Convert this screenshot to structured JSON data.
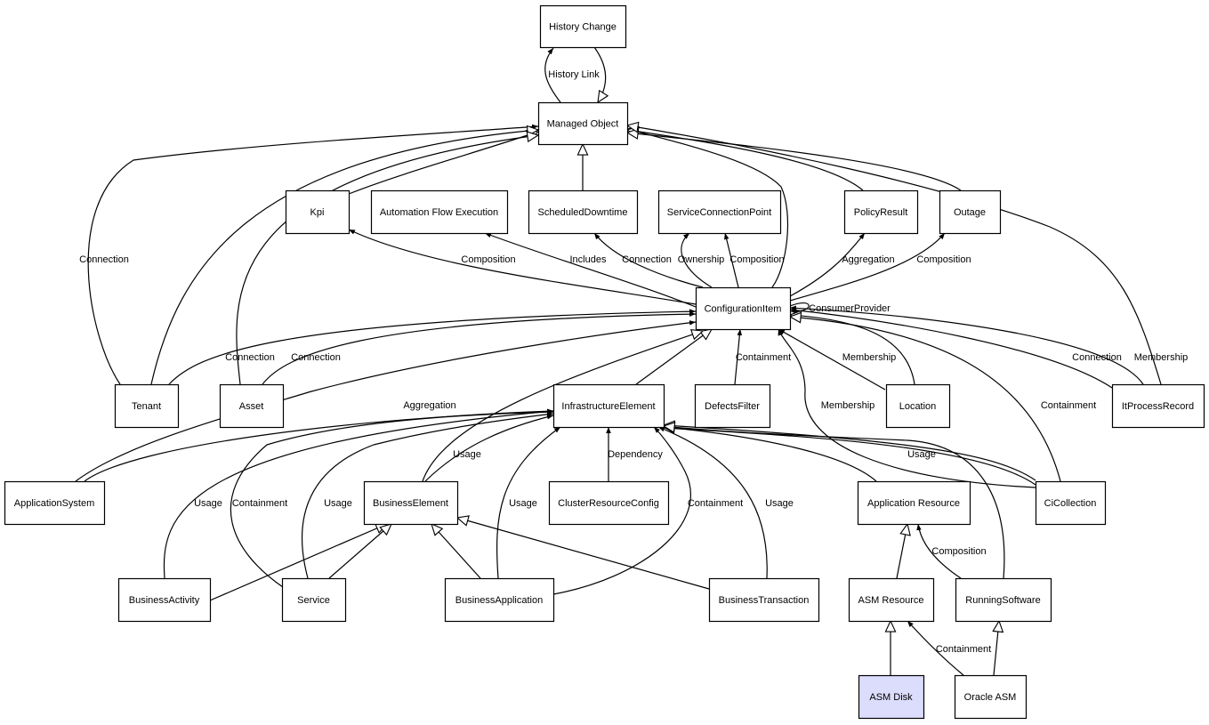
{
  "colors": {
    "highlight_fill": "#dcdcfc",
    "node_fill": "#ffffff",
    "stroke": "#000000"
  },
  "nodes": [
    {
      "id": "history_change",
      "label": "History Change"
    },
    {
      "id": "managed_object",
      "label": "Managed Object"
    },
    {
      "id": "kpi",
      "label": "Kpi"
    },
    {
      "id": "automation_flow_execution",
      "label": "Automation Flow Execution"
    },
    {
      "id": "scheduled_downtime",
      "label": "ScheduledDowntime"
    },
    {
      "id": "service_connection_point",
      "label": "ServiceConnectionPoint"
    },
    {
      "id": "policy_result",
      "label": "PolicyResult"
    },
    {
      "id": "outage",
      "label": "Outage"
    },
    {
      "id": "configuration_item",
      "label": "ConfigurationItem"
    },
    {
      "id": "tenant",
      "label": "Tenant"
    },
    {
      "id": "asset",
      "label": "Asset"
    },
    {
      "id": "infrastructure_element",
      "label": "InfrastructureElement"
    },
    {
      "id": "defects_filter",
      "label": "DefectsFilter"
    },
    {
      "id": "location",
      "label": "Location"
    },
    {
      "id": "it_process_record",
      "label": "ItProcessRecord"
    },
    {
      "id": "application_system",
      "label": "ApplicationSystem"
    },
    {
      "id": "business_element",
      "label": "BusinessElement"
    },
    {
      "id": "cluster_resource_config",
      "label": "ClusterResourceConfig"
    },
    {
      "id": "application_resource",
      "label": "Application Resource"
    },
    {
      "id": "ci_collection",
      "label": "CiCollection"
    },
    {
      "id": "business_activity",
      "label": "BusinessActivity"
    },
    {
      "id": "service",
      "label": "Service"
    },
    {
      "id": "business_application",
      "label": "BusinessApplication"
    },
    {
      "id": "business_transaction",
      "label": "BusinessTransaction"
    },
    {
      "id": "asm_resource",
      "label": "ASM Resource"
    },
    {
      "id": "running_software",
      "label": "RunningSoftware"
    },
    {
      "id": "asm_disk",
      "label": "ASM Disk",
      "highlighted": true
    },
    {
      "id": "oracle_asm",
      "label": "Oracle ASM"
    }
  ],
  "edges": [
    {
      "from": "managed_object",
      "to": "history_change",
      "label": "History Link",
      "kind": "association"
    },
    {
      "from": "history_change",
      "to": "managed_object",
      "label": "",
      "kind": "generalization"
    },
    {
      "from": "scheduled_downtime",
      "to": "managed_object",
      "label": "",
      "kind": "generalization"
    },
    {
      "from": "kpi",
      "to": "managed_object",
      "label": "",
      "kind": "generalization"
    },
    {
      "from": "tenant",
      "to": "managed_object",
      "label": "Connection",
      "kind": "association"
    },
    {
      "from": "tenant",
      "to": "managed_object",
      "label": "",
      "kind": "generalization"
    },
    {
      "from": "asset",
      "to": "managed_object",
      "label": "",
      "kind": "generalization"
    },
    {
      "from": "configuration_item",
      "to": "managed_object",
      "label": "",
      "kind": "generalization"
    },
    {
      "from": "policy_result",
      "to": "managed_object",
      "label": "",
      "kind": "generalization"
    },
    {
      "from": "outage",
      "to": "managed_object",
      "label": "",
      "kind": "generalization"
    },
    {
      "from": "it_process_record",
      "to": "managed_object",
      "label": "",
      "kind": "generalization"
    },
    {
      "from": "configuration_item",
      "to": "kpi",
      "label": "Composition",
      "kind": "association"
    },
    {
      "from": "configuration_item",
      "to": "automation_flow_execution",
      "label": "Includes",
      "kind": "association"
    },
    {
      "from": "configuration_item",
      "to": "scheduled_downtime",
      "label": "Connection",
      "kind": "association"
    },
    {
      "from": "configuration_item",
      "to": "service_connection_point",
      "label": "Ownership",
      "kind": "association"
    },
    {
      "from": "configuration_item",
      "to": "service_connection_point",
      "label": "Composition",
      "kind": "association"
    },
    {
      "from": "configuration_item",
      "to": "policy_result",
      "label": "Aggregation",
      "kind": "association"
    },
    {
      "from": "configuration_item",
      "to": "outage",
      "label": "Composition",
      "kind": "association"
    },
    {
      "from": "configuration_item",
      "to": "configuration_item",
      "label": "ConsumerProvider",
      "kind": "association"
    },
    {
      "from": "tenant",
      "to": "configuration_item",
      "label": "Connection",
      "kind": "association"
    },
    {
      "from": "asset",
      "to": "configuration_item",
      "label": "Connection",
      "kind": "association"
    },
    {
      "from": "application_system",
      "to": "configuration_item",
      "label": "",
      "kind": "association"
    },
    {
      "from": "application_system",
      "to": "infrastructure_element",
      "label": "Aggregation",
      "kind": "association"
    },
    {
      "from": "infrastructure_element",
      "to": "configuration_item",
      "label": "",
      "kind": "generalization"
    },
    {
      "from": "defects_filter",
      "to": "configuration_item",
      "label": "Containment",
      "kind": "association"
    },
    {
      "from": "location",
      "to": "configuration_item",
      "label": "Membership",
      "kind": "association"
    },
    {
      "from": "location",
      "to": "configuration_item",
      "label": "",
      "kind": "generalization"
    },
    {
      "from": "ci_collection",
      "to": "configuration_item",
      "label": "Membership",
      "kind": "association"
    },
    {
      "from": "ci_collection",
      "to": "configuration_item",
      "label": "Containment",
      "kind": "generalization"
    },
    {
      "from": "it_process_record",
      "to": "configuration_item",
      "label": "Connection",
      "kind": "association"
    },
    {
      "from": "it_process_record",
      "to": "configuration_item",
      "label": "Membership",
      "kind": "association"
    },
    {
      "from": "business_element",
      "to": "configuration_item",
      "label": "",
      "kind": "generalization"
    },
    {
      "from": "business_element",
      "to": "infrastructure_element",
      "label": "Usage",
      "kind": "association"
    },
    {
      "from": "cluster_resource_config",
      "to": "infrastructure_element",
      "label": "Dependency",
      "kind": "association"
    },
    {
      "from": "business_activity",
      "to": "infrastructure_element",
      "label": "Usage",
      "kind": "association"
    },
    {
      "from": "service",
      "to": "infrastructure_element",
      "label": "Containment",
      "kind": "association"
    },
    {
      "from": "service",
      "to": "infrastructure_element",
      "label": "Usage",
      "kind": "association"
    },
    {
      "from": "business_application",
      "to": "infrastructure_element",
      "label": "Usage",
      "kind": "association"
    },
    {
      "from": "business_application",
      "to": "infrastructure_element",
      "label": "Containment",
      "kind": "association"
    },
    {
      "from": "business_transaction",
      "to": "infrastructure_element",
      "label": "Usage",
      "kind": "association"
    },
    {
      "from": "application_resource",
      "to": "infrastructure_element",
      "label": "",
      "kind": "generalization"
    },
    {
      "from": "ci_collection",
      "to": "infrastructure_element",
      "label": "Usage",
      "kind": "association"
    },
    {
      "from": "ci_collection",
      "to": "infrastructure_element",
      "label": "",
      "kind": "generalization"
    },
    {
      "from": "running_software",
      "to": "infrastructure_element",
      "label": "",
      "kind": "generalization"
    },
    {
      "from": "business_activity",
      "to": "business_element",
      "label": "",
      "kind": "generalization"
    },
    {
      "from": "service",
      "to": "business_element",
      "label": "",
      "kind": "generalization"
    },
    {
      "from": "business_application",
      "to": "business_element",
      "label": "",
      "kind": "generalization"
    },
    {
      "from": "business_transaction",
      "to": "business_element",
      "label": "",
      "kind": "generalization"
    },
    {
      "from": "asm_resource",
      "to": "application_resource",
      "label": "",
      "kind": "generalization"
    },
    {
      "from": "running_software",
      "to": "application_resource",
      "label": "Composition",
      "kind": "association"
    },
    {
      "from": "asm_disk",
      "to": "asm_resource",
      "label": "",
      "kind": "generalization"
    },
    {
      "from": "oracle_asm",
      "to": "asm_resource",
      "label": "Containment",
      "kind": "association"
    },
    {
      "from": "oracle_asm",
      "to": "running_software",
      "label": "",
      "kind": "generalization"
    }
  ]
}
